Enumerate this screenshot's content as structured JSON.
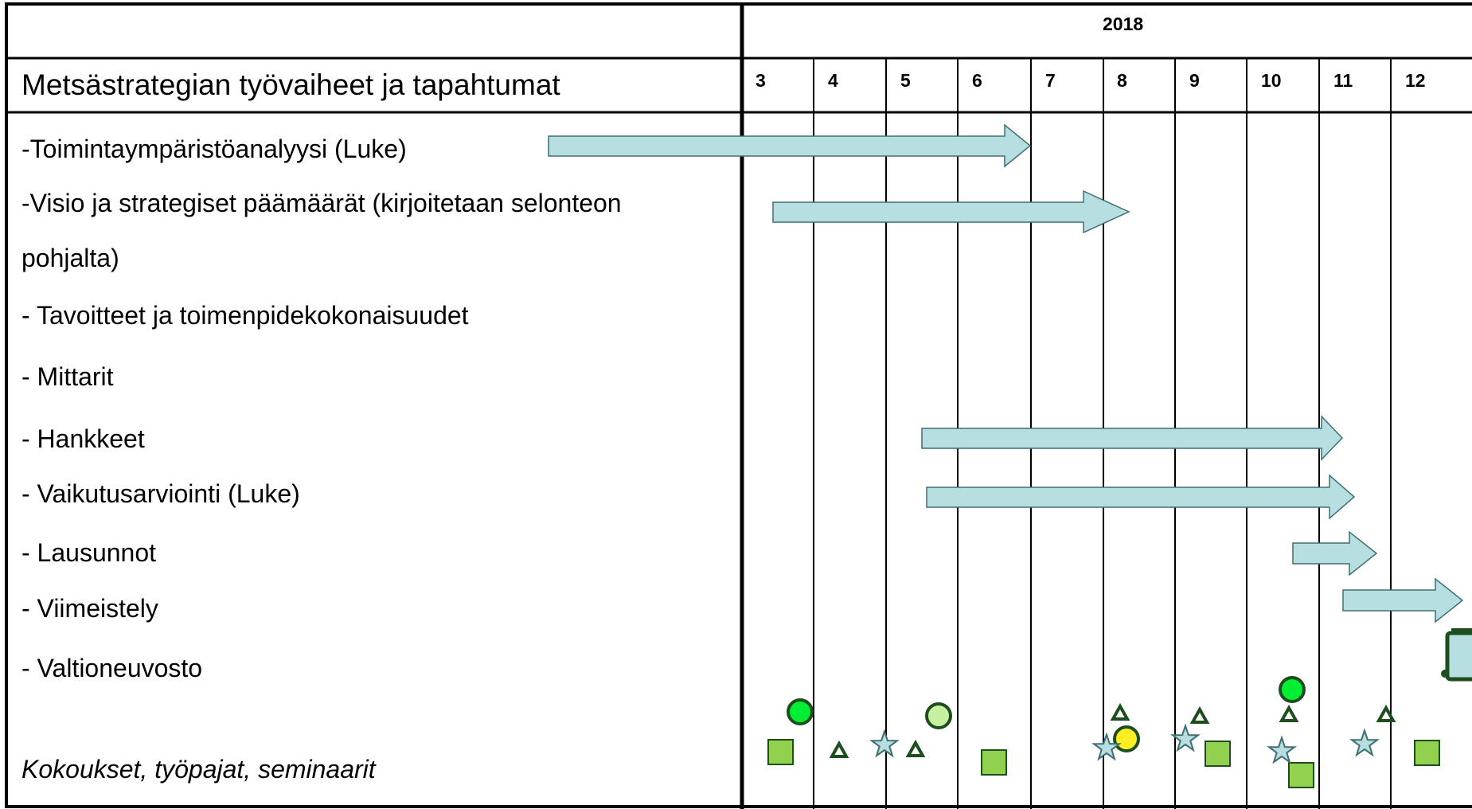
{
  "header": {
    "title": "Metsästrategian työvaiheet ja tapahtumat",
    "year": "2018",
    "months": [
      "3",
      "4",
      "5",
      "6",
      "7",
      "8",
      "9",
      "10",
      "11",
      "12"
    ]
  },
  "rows": [
    {
      "label": "-Toimintaympäristöanalyysi (Luke)"
    },
    {
      "label": "-Visio ja strategiset päämäärät (kirjoitetaan selonteon"
    },
    {
      "label": "pohjalta)"
    },
    {
      "label": "- Tavoitteet ja toimenpidekokonaisuudet"
    },
    {
      "label": "- Mittarit"
    },
    {
      "label": "- Hankkeet"
    },
    {
      "label": "-  Vaikutusarviointi (Luke)"
    },
    {
      "label": "- Lausunnot"
    },
    {
      "label": "- Viimeistely"
    },
    {
      "label": "- Valtioneuvosto"
    },
    {
      "label": "Kokoukset, työpajat, seminaarit"
    }
  ],
  "colors": {
    "arrow_fill": "#b7dee0",
    "square_fill": "#92d050",
    "circle_bright": "#00ee33",
    "circle_light": "#c6f0a0",
    "circle_yellow": "#ffee22",
    "dark_green": "#1e4d1e",
    "star_fill": "#b7dee0"
  }
}
